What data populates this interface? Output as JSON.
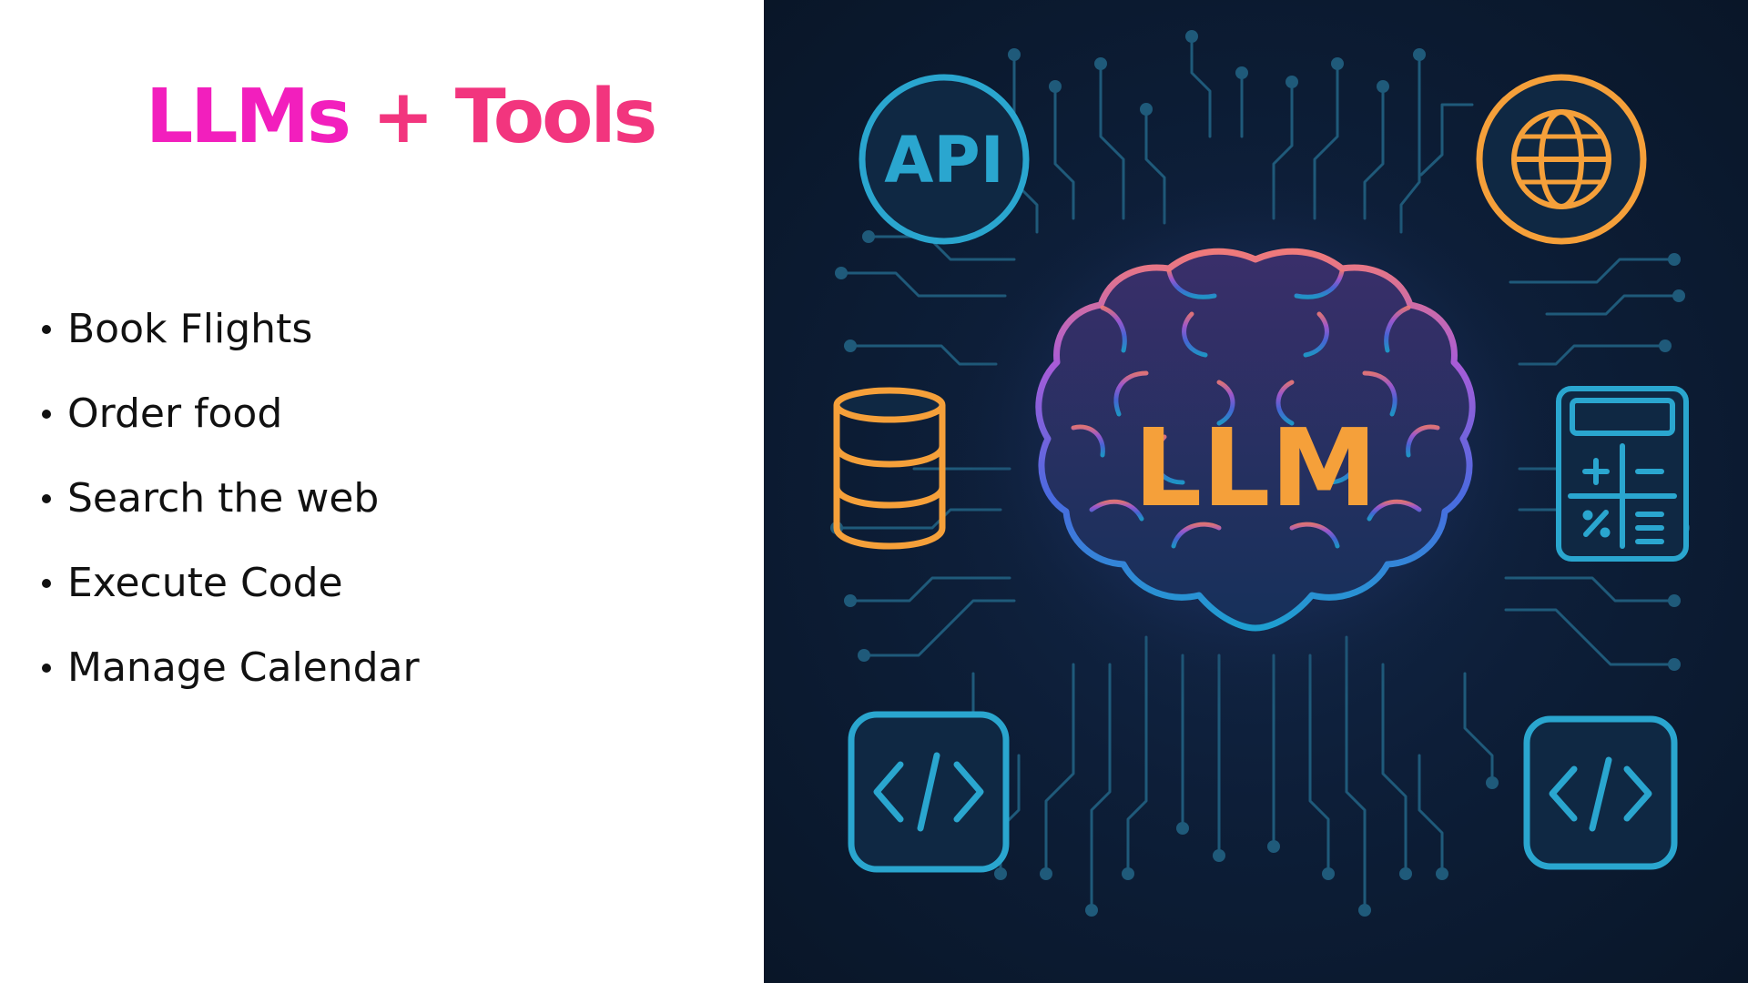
{
  "slide": {
    "title_part1": "LLMs",
    "title_part2": " + Tools",
    "bullets": [
      {
        "text": "Book Flights"
      },
      {
        "text": "Order food"
      },
      {
        "text": "Search the web"
      },
      {
        "text": "Execute Code"
      },
      {
        "text": "Manage Calendar"
      }
    ]
  },
  "illustration": {
    "center_label": "LLM",
    "api_label": "API",
    "icons": [
      "brain-icon",
      "api-icon",
      "globe-icon",
      "database-icon",
      "calculator-icon",
      "code-icon"
    ],
    "colors": {
      "background": "#0d1e38",
      "circuit": "#1f5a7a",
      "blue_accent": "#2aa6cf",
      "orange_accent": "#f5a03a",
      "purple_accent": "#9b5cd6",
      "title_pink": "#f21fbd"
    }
  }
}
